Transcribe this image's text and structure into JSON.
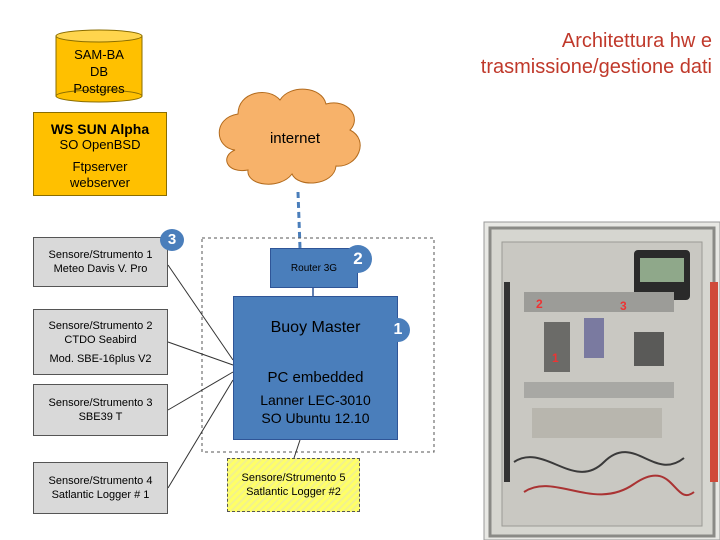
{
  "title": {
    "line1": "Architettura hw e",
    "line2": "trasmissione/gestione dati"
  },
  "database": {
    "line1": "SAM-BA",
    "line2": "DB",
    "line3": "Postgres"
  },
  "ws_server": {
    "line1": "WS SUN Alpha",
    "line2": "SO OpenBSD",
    "line3": "Ftpserver",
    "line4": "webserver"
  },
  "cloud": {
    "label": "internet"
  },
  "router": {
    "label": "Router 3G",
    "badge": "2"
  },
  "buoy_master": {
    "line1": "Buoy Master",
    "line2": "PC embedded",
    "line3": "Lanner LEC-3010",
    "line4": "SO Ubuntu 12.10",
    "badge": "1"
  },
  "sensors": [
    {
      "line1": "Sensore/Strumento 1",
      "line2": "Meteo Davis V. Pro",
      "badge": "3"
    },
    {
      "line1": "Sensore/Strumento 2",
      "line2": "CTDO Seabird",
      "line3": "Mod. SBE-16plus V2"
    },
    {
      "line1": "Sensore/Strumento 3",
      "line2": "SBE39 T"
    },
    {
      "line1": "Sensore/Strumento 4",
      "line2": "Satlantic Logger # 1"
    },
    {
      "line1": "Sensore/Strumento 5",
      "line2": "Satlantic Logger #2"
    }
  ],
  "photo_badges": [
    "2",
    "3",
    "1"
  ],
  "colors": {
    "title": "#c0392b",
    "server_box": "#ffc000",
    "cloud": "#f7b26a",
    "blue_box": "#4a7ebb",
    "sensor_box": "#d9d9d9",
    "sensor5_box": "#ffff66"
  }
}
